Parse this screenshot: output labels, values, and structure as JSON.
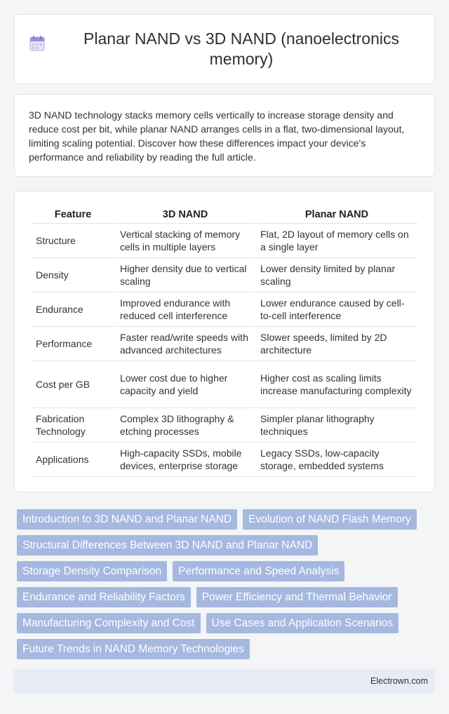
{
  "header": {
    "title": "Planar NAND vs 3D NAND (nanoelectronics memory)",
    "icon": "calendar-icon"
  },
  "intro": {
    "text": "3D NAND technology stacks memory cells vertically to increase storage density and reduce cost per bit, while planar NAND arranges cells in a flat, two-dimensional layout, limiting scaling potential. Discover how these differences impact your device's performance and reliability by reading the full article."
  },
  "table": {
    "headers": [
      "Feature",
      "3D NAND",
      "Planar NAND"
    ],
    "rows": [
      {
        "feature": "Structure",
        "nand3d": "Vertical stacking of memory cells in multiple layers",
        "planar": "Flat, 2D layout of memory cells on a single layer"
      },
      {
        "feature": "Density",
        "nand3d": "Higher density due to vertical scaling",
        "planar": "Lower density limited by planar scaling"
      },
      {
        "feature": "Endurance",
        "nand3d": "Improved endurance with reduced cell interference",
        "planar": "Lower endurance caused by cell-to-cell interference"
      },
      {
        "feature": "Performance",
        "nand3d": "Faster read/write speeds with advanced architectures",
        "planar": "Slower speeds, limited by 2D architecture"
      },
      {
        "feature": "Cost per GB",
        "nand3d": "Lower cost due to higher capacity and yield",
        "planar": "Higher cost as scaling limits increase manufacturing complexity"
      },
      {
        "feature": "Fabrication Technology",
        "nand3d": "Complex 3D lithography & etching processes",
        "planar": "Simpler planar lithography techniques"
      },
      {
        "feature": "Applications",
        "nand3d": "High-capacity SSDs, mobile devices, enterprise storage",
        "planar": "Legacy SSDs, low-capacity storage, embedded systems"
      }
    ]
  },
  "tags": [
    "Introduction to 3D NAND and Planar NAND",
    "Evolution of NAND Flash Memory",
    "Structural Differences Between 3D NAND and Planar NAND",
    "Storage Density Comparison",
    "Performance and Speed Analysis",
    "Endurance and Reliability Factors",
    "Power Efficiency and Thermal Behavior",
    "Manufacturing Complexity and Cost",
    "Use Cases and Application Scenarios",
    "Future Trends in NAND Memory Technologies"
  ],
  "footer": {
    "brand": "Electrown.com"
  },
  "colors": {
    "tag_background": "#a5b8e0",
    "footer_background": "#e8ebf3"
  }
}
